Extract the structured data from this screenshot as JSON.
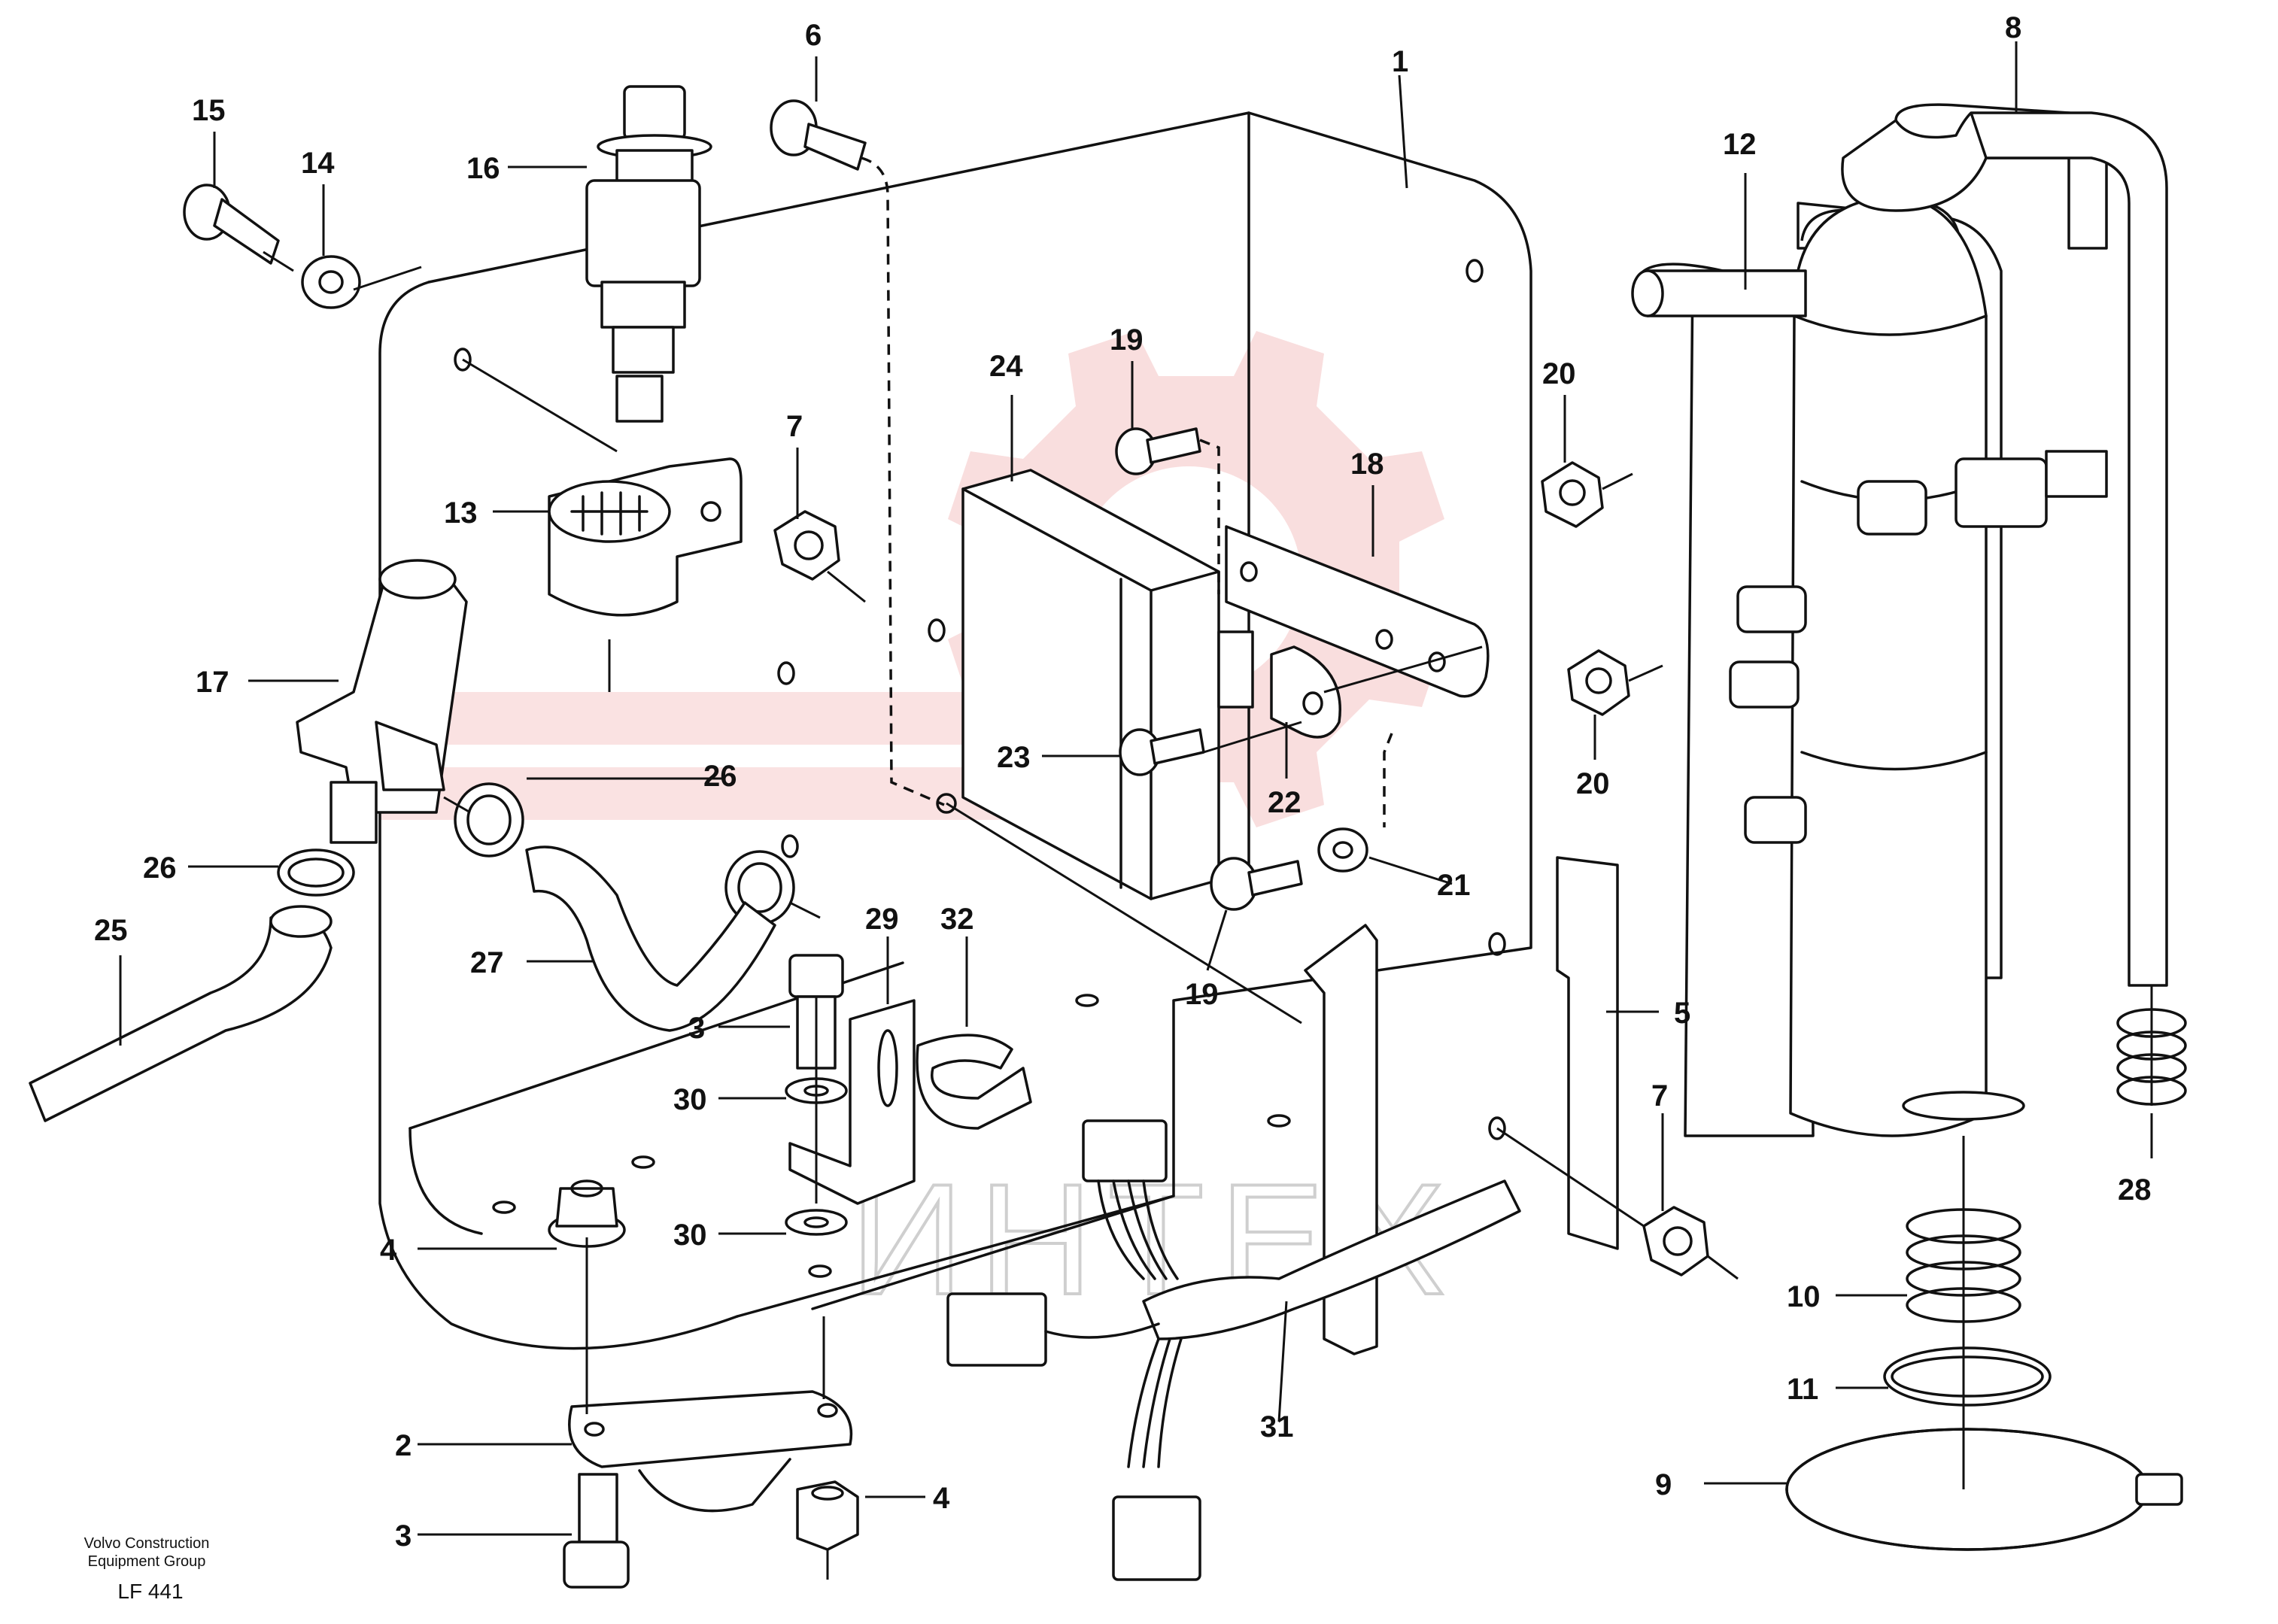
{
  "diagram": {
    "callouts": {
      "c1": "1",
      "c2": "2",
      "c3a": "3",
      "c3b": "3",
      "c4a": "4",
      "c4b": "4",
      "c5": "5",
      "c6": "6",
      "c7a": "7",
      "c7b": "7",
      "c8": "8",
      "c9": "9",
      "c10": "10",
      "c11": "11",
      "c12": "12",
      "c13": "13",
      "c14": "14",
      "c15": "15",
      "c16": "16",
      "c17": "17",
      "c18": "18",
      "c19a": "19",
      "c19b": "19",
      "c20a": "20",
      "c20b": "20",
      "c21": "21",
      "c22": "22",
      "c23": "23",
      "c24": "24",
      "c25": "25",
      "c26a": "26",
      "c26b": "26",
      "c27": "27",
      "c28": "28",
      "c29": "29",
      "c30a": "30",
      "c30b": "30",
      "c31": "31",
      "c32": "32"
    },
    "watermark_text": "ИНТЕХ",
    "watermark_color": "#f4b8b8",
    "line_color": "#111111"
  },
  "footer": {
    "company_line1": "Volvo Construction",
    "company_line2": "Equipment Group",
    "drawing_code": "LF 441"
  }
}
